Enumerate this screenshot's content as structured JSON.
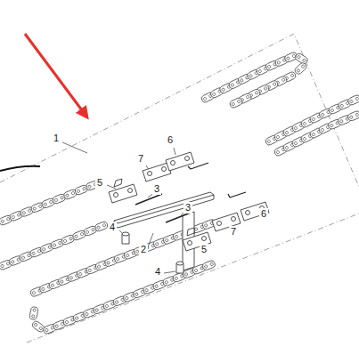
{
  "diagram": {
    "labels": [
      "1",
      "6",
      "7",
      "5",
      "3",
      "3",
      "4",
      "2",
      "5",
      "6",
      "7",
      "4"
    ]
  }
}
